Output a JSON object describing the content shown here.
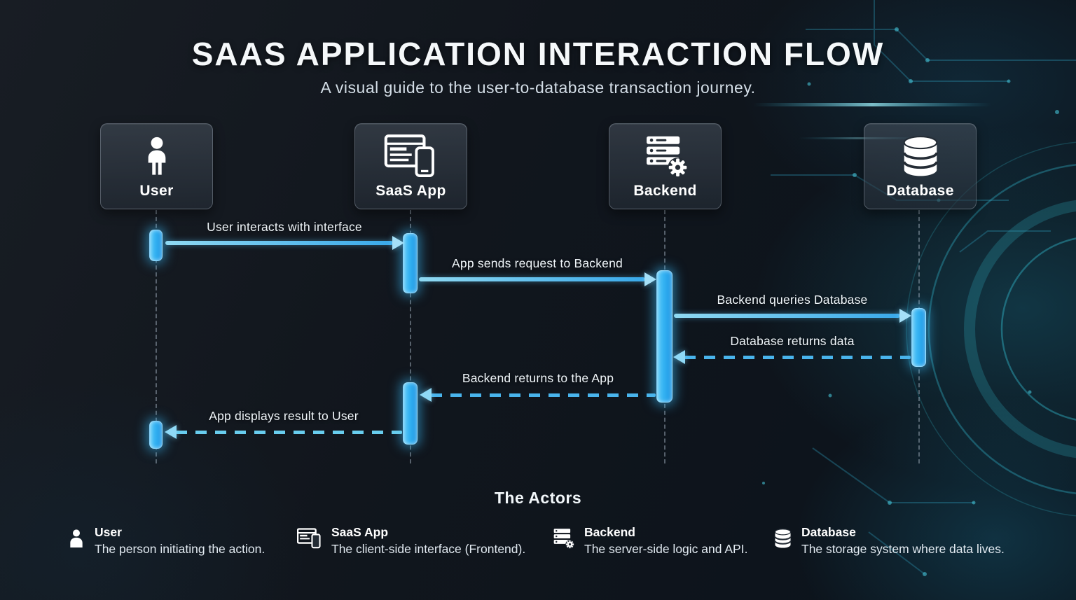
{
  "title": "SAAS APPLICATION INTERACTION FLOW",
  "subtitle": "A visual guide to the user-to-database transaction journey.",
  "actors": [
    {
      "label": "User",
      "icon": "user-icon"
    },
    {
      "label": "SaaS App",
      "icon": "saas-app-icon"
    },
    {
      "label": "Backend",
      "icon": "backend-icon"
    },
    {
      "label": "Database",
      "icon": "database-icon"
    }
  ],
  "messages": [
    {
      "label": "User interacts with interface",
      "from": "User",
      "to": "SaaS App",
      "style": "solid"
    },
    {
      "label": "App sends request to Backend",
      "from": "SaaS App",
      "to": "Backend",
      "style": "solid"
    },
    {
      "label": "Backend queries Database",
      "from": "Backend",
      "to": "Database",
      "style": "solid"
    },
    {
      "label": "Database returns data",
      "from": "Database",
      "to": "Backend",
      "style": "dashed"
    },
    {
      "label": "Backend returns to the App",
      "from": "Backend",
      "to": "SaaS App",
      "style": "dashed"
    },
    {
      "label": "App displays result to User",
      "from": "SaaS App",
      "to": "User",
      "style": "dashed"
    }
  ],
  "legend": {
    "heading": "The Actors",
    "items": [
      {
        "name": "User",
        "description": "The person initiating the action.",
        "icon": "user-icon"
      },
      {
        "name": "SaaS App",
        "description": "The client-side interface (Frontend).",
        "icon": "saas-app-icon"
      },
      {
        "name": "Backend",
        "description": "The server-side logic and API.",
        "icon": "backend-icon"
      },
      {
        "name": "Database",
        "description": "The storage system where data lives.",
        "icon": "database-icon"
      }
    ]
  },
  "colors": {
    "background": "#10161d",
    "accent_cyan": "#35c2d8",
    "arrow_solid": "#49b4ec",
    "arrow_dashed": "#49b4ec",
    "activation_blue": "#34b2f2",
    "text_white": "#f2f6f8"
  }
}
